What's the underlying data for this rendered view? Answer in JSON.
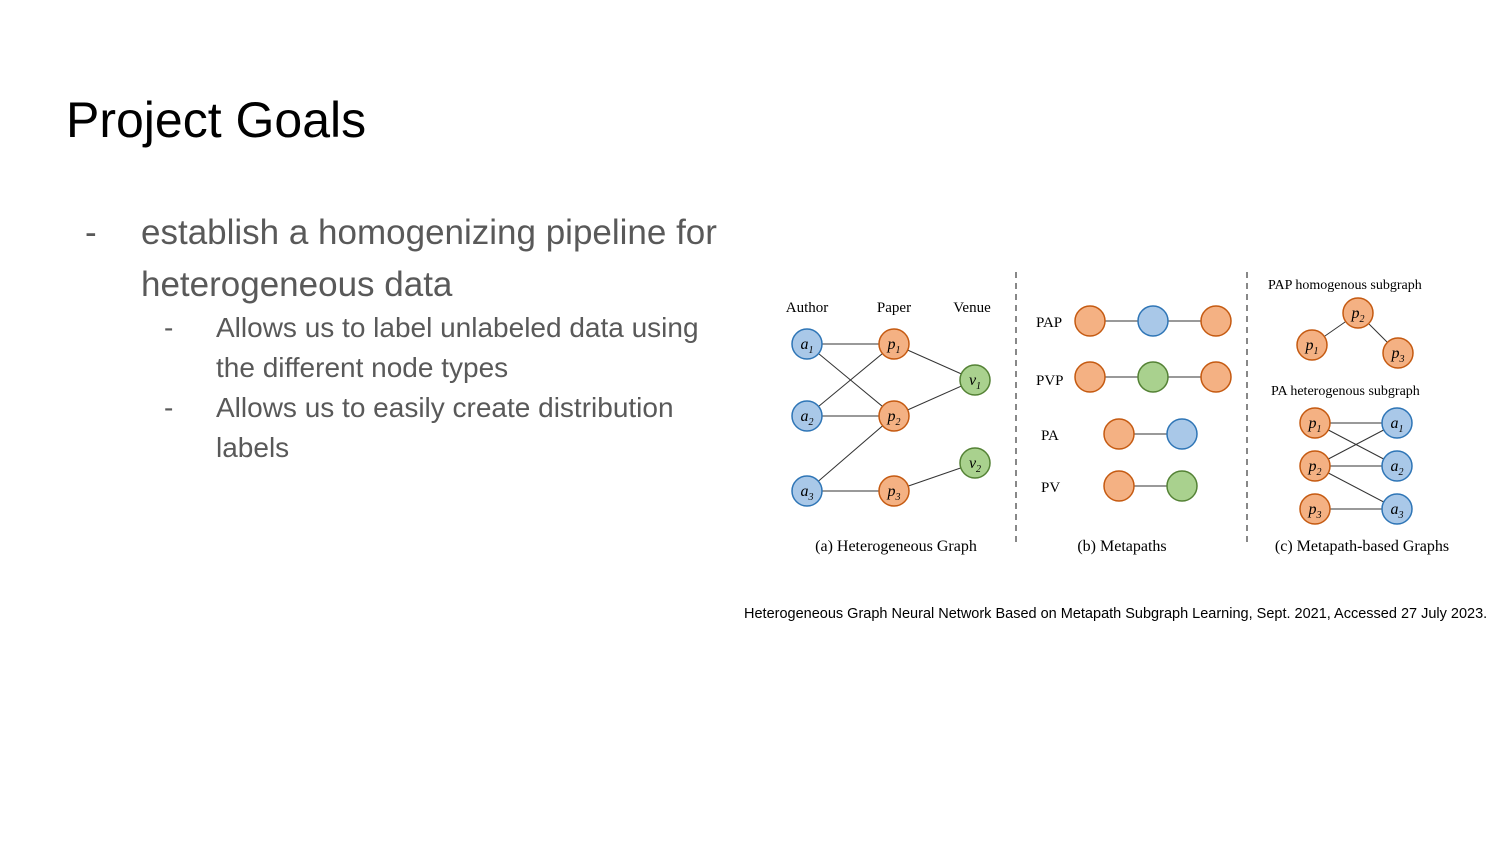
{
  "slide": {
    "title": "Project Goals",
    "bullets": [
      {
        "marker": "-",
        "text": "establish a homogenizing pipeline for heterogeneous data",
        "subbullets": [
          {
            "marker": "-",
            "text": "Allows us to label unlabeled data using the different node types"
          },
          {
            "marker": "-",
            "text": "Allows us to easily create distribution labels"
          }
        ]
      }
    ],
    "citation": "Heterogeneous Graph Neural Network Based on Metapath Subgraph Learning, Sept. 2021, Accessed 27 July 2023."
  },
  "figure": {
    "colors": {
      "author": "#a9c8e8",
      "author_stroke": "#2e75b6",
      "paper": "#f4b183",
      "paper_stroke": "#c55a11",
      "venue": "#a9d18e",
      "venue_stroke": "#548235"
    },
    "panel_a": {
      "caption": "(a) Heterogeneous Graph",
      "column_headers": [
        "Author",
        "Paper",
        "Venue"
      ],
      "authors": [
        {
          "base": "a",
          "sub": "1"
        },
        {
          "base": "a",
          "sub": "2"
        },
        {
          "base": "a",
          "sub": "3"
        }
      ],
      "papers": [
        {
          "base": "p",
          "sub": "1"
        },
        {
          "base": "p",
          "sub": "2"
        },
        {
          "base": "p",
          "sub": "3"
        }
      ],
      "venues": [
        {
          "base": "v",
          "sub": "1"
        },
        {
          "base": "v",
          "sub": "2"
        }
      ]
    },
    "panel_b": {
      "caption": "(b) Metapaths",
      "metapaths": [
        "PAP",
        "PVP",
        "PA",
        "PV"
      ]
    },
    "panel_c": {
      "caption": "(c) Metapath-based Graphs",
      "homogenous_title": "PAP homogenous subgraph",
      "heterogenous_title": "PA heterogenous subgraph",
      "homogenous_nodes": [
        {
          "base": "p",
          "sub": "2"
        },
        {
          "base": "p",
          "sub": "1"
        },
        {
          "base": "p",
          "sub": "3"
        }
      ],
      "hetero_papers": [
        {
          "base": "p",
          "sub": "1"
        },
        {
          "base": "p",
          "sub": "2"
        },
        {
          "base": "p",
          "sub": "3"
        }
      ],
      "hetero_authors": [
        {
          "base": "a",
          "sub": "1"
        },
        {
          "base": "a",
          "sub": "2"
        },
        {
          "base": "a",
          "sub": "3"
        }
      ]
    }
  }
}
